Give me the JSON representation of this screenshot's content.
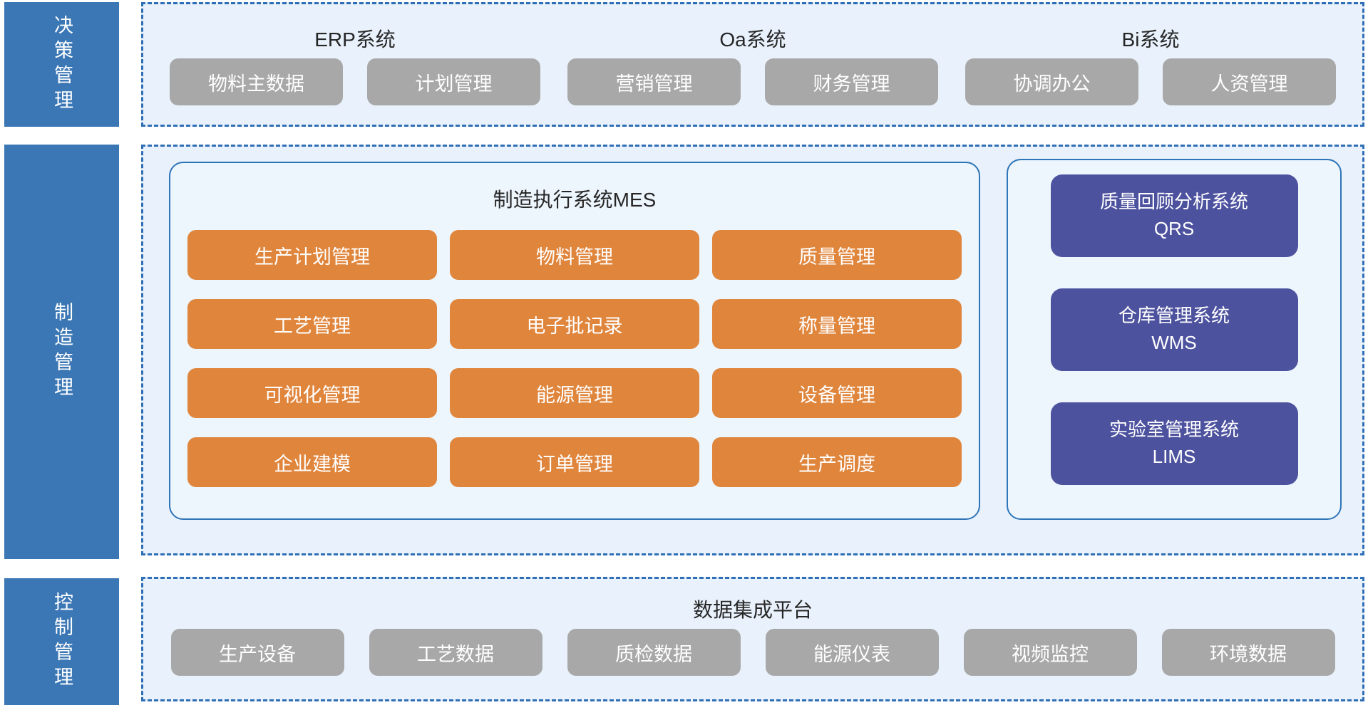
{
  "colors": {
    "tier_blue": "#3b77b5",
    "dashed_border_blue": "#2f6fb6",
    "section_background": "#e9f2fc",
    "panel_border_blue": "#2e74b8",
    "block_gray": "#a8a8a8",
    "block_orange": "#e0853c",
    "block_purple": "#4d529f",
    "title_text": "#262626"
  },
  "sidebar": {
    "items": [
      {
        "label": "决策管理"
      },
      {
        "label": "制造管理"
      },
      {
        "label": "控制管理"
      }
    ]
  },
  "decision_layer": {
    "groups": [
      {
        "title": "ERP系统",
        "buttons": [
          "物料主数据",
          "计划管理"
        ]
      },
      {
        "title": "Oa系统",
        "buttons": [
          "营销管理",
          "财务管理"
        ]
      },
      {
        "title": "Bi系统",
        "buttons": [
          "协调办公",
          "人资管理"
        ]
      }
    ]
  },
  "manufacturing_layer": {
    "mes": {
      "title": "制造执行系统MES",
      "buttons": [
        "生产计划管理",
        "物料管理",
        "质量管理",
        "工艺管理",
        "电子批记录",
        "称量管理",
        "可视化管理",
        "能源管理",
        "设备管理",
        "企业建模",
        "订单管理",
        "生产调度"
      ]
    },
    "subsystems": [
      {
        "name": "质量回顾分析系统",
        "abbr": "QRS"
      },
      {
        "name": "仓库管理系统",
        "abbr": "WMS"
      },
      {
        "name": "实验室管理系统",
        "abbr": "LIMS"
      }
    ]
  },
  "control_layer": {
    "title": "数据集成平台",
    "buttons": [
      "生产设备",
      "工艺数据",
      "质检数据",
      "能源仪表",
      "视频监控",
      "环境数据"
    ]
  }
}
